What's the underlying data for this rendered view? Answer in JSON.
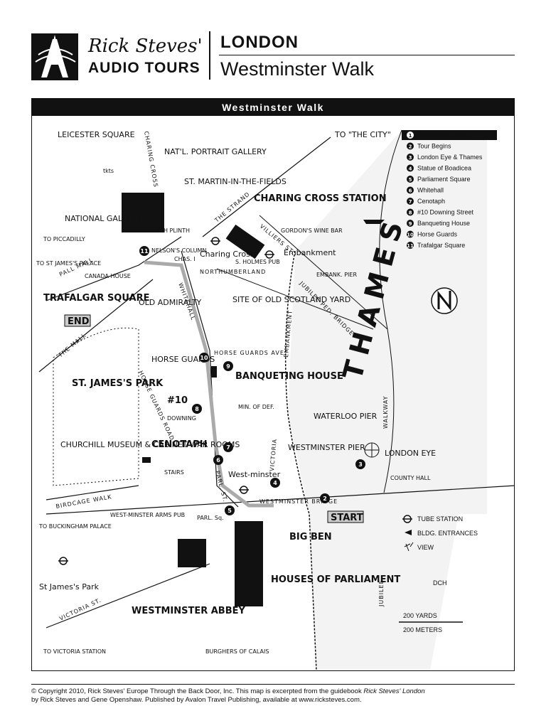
{
  "header": {
    "brand_line1": "Rick Steves'",
    "brand_line2": "AUDIO TOURS",
    "city": "LONDON",
    "walk_title": "Westminster Walk"
  },
  "map": {
    "banner": "Westminster Walk",
    "places": {
      "leicester_square": "LEICESTER SQUARE",
      "to_the_city": "TO \"THE CITY\"",
      "natl_portrait_gallery": "NAT'L. PORTRAIT GALLERY",
      "st_martin": "ST. MARTIN-IN-THE-FIELDS",
      "charing_cross_station": "CHARING CROSS STATION",
      "national_gallery": "NATIONAL GALLERY",
      "to_piccadilly": "TO PICCADILLY",
      "to_st_james_palace": "TO ST JAMES'S PALACE",
      "canada_house": "CANADA HOUSE",
      "fourth_plinth": "4TH PLINTH",
      "nelsons_column": "NELSON'S COLUMN",
      "chas_i": "CHAS. I",
      "charing_cross_tube": "Charing Cross",
      "s_holmes_pub": "S. HOLMES PUB",
      "gordons_wine_bar": "GORDON'S WINE BAR",
      "embankment": "Embankment",
      "embank_pier": "EMBANK. PIER",
      "trafalgar_square": "TRAFALGAR SQUARE",
      "end": "END",
      "old_admiralty": "OLD ADMIRALTY",
      "site_scotland_yard": "SITE OF OLD SCOTLAND YARD",
      "st_james_park": "ST. JAMES'S PARK",
      "horse_guards": "HORSE GUARDS",
      "banqueting_house": "BANQUETING HOUSE",
      "ten_downing": "#10",
      "downing": "DOWNING",
      "min_of_def": "MIN. OF DEF.",
      "churchill_museum": "CHURCHILL MUSEUM & CABINET WAR ROOMS",
      "cenotaph": "CENOTAPH",
      "stairs": "STAIRS",
      "westminster_tube": "West-minster",
      "waterloo_pier": "WATERLOO PIER",
      "westminster_pier": "WESTMINSTER PIER",
      "london_eye": "LONDON EYE",
      "county_hall": "COUNTY HALL",
      "to_buckingham_palace": "TO BUCKINGHAM PALACE",
      "westminster_arms_pub": "WEST-MINSTER ARMS PUB",
      "parl_sq": "PARL. Sq.",
      "start": "START",
      "big_ben": "BIG BEN",
      "houses_of_parliament": "HOUSES OF PARLIAMENT",
      "st_james_park_tube": "St James's Park",
      "westminster_abbey": "WESTMINSTER ABBEY",
      "to_victoria_station": "TO VICTORIA STATION",
      "burghers_of_calais": "BURGHERS OF CALAIS",
      "thames": "THAMES",
      "tkts": "tkts"
    },
    "streets": {
      "charing_cross_rd": "CHARING CROSS",
      "the_strand": "THE STRAND",
      "villiers_st": "VILLIERS ST.",
      "northumberland": "NORTHUMBERLAND",
      "jubilee_ped_bridge": "JUBILEE PED. BRIDGE",
      "pall_mall": "PALL MALL",
      "the_mall": "THE MALL",
      "whitehall": "WHITEHALL",
      "embankment_rd": "EMBANKMENT",
      "horse_guards_ave": "HORSE GUARDS AVE.",
      "horse_guards_rd": "HORSE GUARDS ROAD",
      "victoria_embankment": "VICTORIA",
      "walkway": "WALKWAY",
      "parl_st": "PARL. ST.",
      "birdcage_walk": "BIRDCAGE WALK",
      "westminster_bridge": "WESTMINSTER BRIDGE",
      "victoria_st": "VICTORIA ST.",
      "jubilee": "JUBILEE"
    },
    "stops": [
      {
        "n": "1",
        "label": "Westminster Walk"
      },
      {
        "n": "2",
        "label": "Tour Begins"
      },
      {
        "n": "3",
        "label": "London Eye & Thames"
      },
      {
        "n": "4",
        "label": "Statue of Boadicea"
      },
      {
        "n": "5",
        "label": "Parliament Square"
      },
      {
        "n": "6",
        "label": "Whitehall"
      },
      {
        "n": "7",
        "label": "Cenotaph"
      },
      {
        "n": "8",
        "label": "#10 Downing Street"
      },
      {
        "n": "9",
        "label": "Banqueting House"
      },
      {
        "n": "10",
        "label": "Horse Guards"
      },
      {
        "n": "11",
        "label": "Trafalgar Square"
      }
    ],
    "key": {
      "tube_station": "TUBE STATION",
      "bldg_entrances": "BLDG. ENTRANCES",
      "view": "VIEW"
    },
    "scale": {
      "yards": "200 YARDS",
      "meters": "200 METERS"
    },
    "signature": "DCH"
  },
  "footer": {
    "line1_a": "© Copyright 2010, Rick Steves' Europe Through the Back Door, Inc. This map is excerpted from the guidebook ",
    "line1_book": "Rick Steves' London",
    "line2": "by Rick Steves and Gene Openshaw. Published by Avalon Travel Publishing, available at www.ricksteves.com."
  }
}
